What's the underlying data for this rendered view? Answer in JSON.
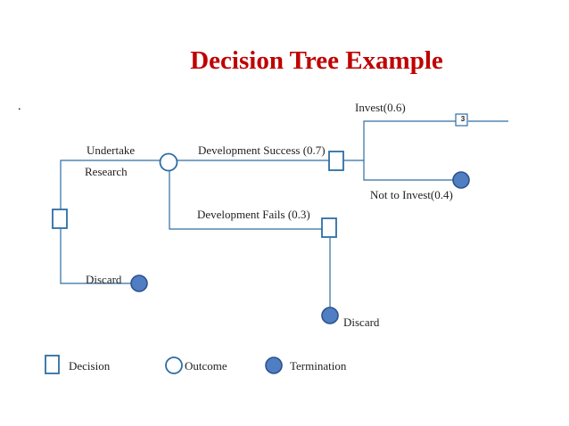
{
  "title": "Decision Tree Example",
  "stray_mark": ".",
  "colors": {
    "title": "#c00000",
    "lines": "#2e6da4",
    "termination_fill": "#4f7ec2",
    "termination_stroke": "#2f528f"
  },
  "labels": {
    "undertake": "Undertake",
    "research": "Research",
    "discard_left": "Discard",
    "dev_success": "Development Success (0.7)",
    "dev_fails": "Development Fails (0.3)",
    "invest": "Invest(0.6)",
    "not_invest": "Not to Invest(0.4)",
    "discard_bottom": "Discard",
    "node3": "3"
  },
  "legend": {
    "decision": "Decision",
    "outcome": "Outcome",
    "termination": "Termination"
  }
}
